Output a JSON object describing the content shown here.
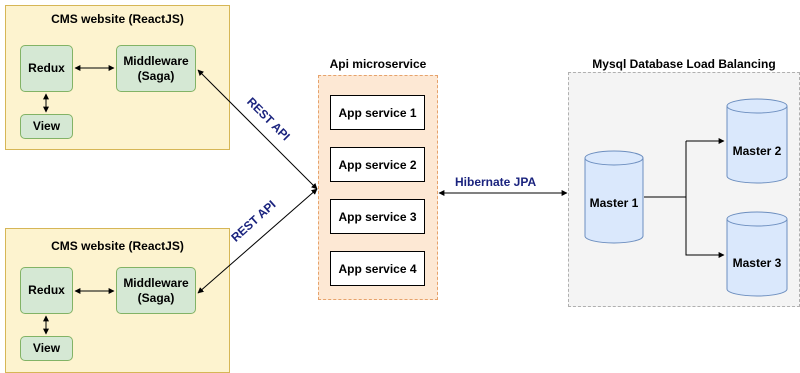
{
  "cms_top": {
    "title": "CMS website (ReactJS)",
    "redux": "Redux",
    "middleware_line1": "Middleware",
    "middleware_line2": "(Saga)",
    "view": "View"
  },
  "cms_bottom": {
    "title": "CMS website (ReactJS)",
    "redux": "Redux",
    "middleware_line1": "Middleware",
    "middleware_line2": "(Saga)",
    "view": "View"
  },
  "connectors": {
    "rest_api_top": "REST API",
    "rest_api_bottom": "REST API",
    "hibernate": "Hibernate JPA"
  },
  "api": {
    "title": "Api microservice",
    "services": [
      "App service 1",
      "App service 2",
      "App service 3",
      "App service 4"
    ]
  },
  "db": {
    "title": "Mysql Database Load Balancing",
    "master1": "Master 1",
    "master2": "Master 2",
    "master3": "Master 3"
  },
  "colors": {
    "cms_fill": "#fdf3cf",
    "cms_border": "#d6b656",
    "green_fill": "#d5e8d4",
    "green_border": "#82b366",
    "api_fill": "#fde8d4",
    "api_border": "#e6a26b",
    "db_fill": "#f4f4f4",
    "cylinder_fill": "#dae8fc",
    "cylinder_border": "#6c8ebf",
    "label_text": "#1a237e"
  }
}
